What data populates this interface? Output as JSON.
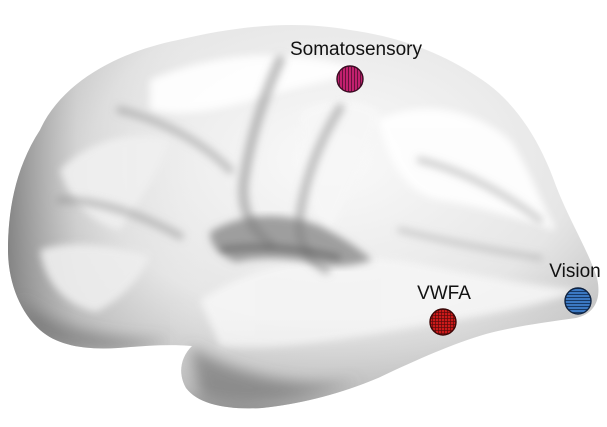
{
  "figure": {
    "regions": [
      {
        "label": "Somatosensory",
        "color": "#c2206e",
        "pattern": "vertical-lines"
      },
      {
        "label": "VWFA",
        "color": "#cc1a1a",
        "pattern": "grid"
      },
      {
        "label": "Vision",
        "color": "#2f6ab3",
        "pattern": "horizontal-lines"
      }
    ]
  },
  "colors": {
    "background": "#ffffff",
    "cortex": "#e8e8e8"
  }
}
